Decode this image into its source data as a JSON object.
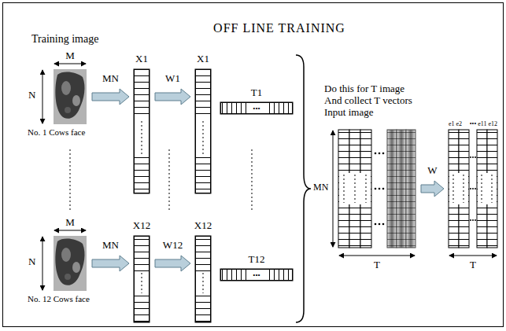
{
  "diagram": {
    "title": "OFF LINE TRAINING",
    "nodes": [
      {
        "text": [
          "No. 1 Cows face"
        ]
      },
      {
        "text": [
          "X1"
        ]
      },
      {
        "text": [
          "X1"
        ]
      },
      {
        "text": [
          "T1",
          "•••"
        ]
      },
      {
        "text": [
          "No. 12 Cows face"
        ]
      },
      {
        "text": [
          "X12"
        ]
      },
      {
        "text": [
          "X12"
        ]
      },
      {
        "text": [
          "T12",
          "•••"
        ]
      },
      {
        "text": [
          "Do this for T image And collect T vectors Input image"
        ]
      },
      {
        "text": [
          "e1 e2",
          "•••",
          "e11 e12"
        ]
      }
    ],
    "edges": [
      {
        "from": 0,
        "to": 1,
        "arrow": "to",
        "label": "MN"
      },
      {
        "from": 1,
        "to": 2,
        "arrow": "to",
        "label": "W1"
      },
      {
        "from": 4,
        "to": 5,
        "arrow": "to",
        "label": "MN"
      },
      {
        "from": 5,
        "to": 6,
        "arrow": "to",
        "label": "W12"
      },
      {
        "from": 8,
        "to": 9,
        "arrow": "to",
        "label": "W"
      }
    ],
    "labels": [
      "Training image",
      "M",
      "N",
      "M",
      "N",
      "MN",
      "T",
      "T"
    ]
  }
}
